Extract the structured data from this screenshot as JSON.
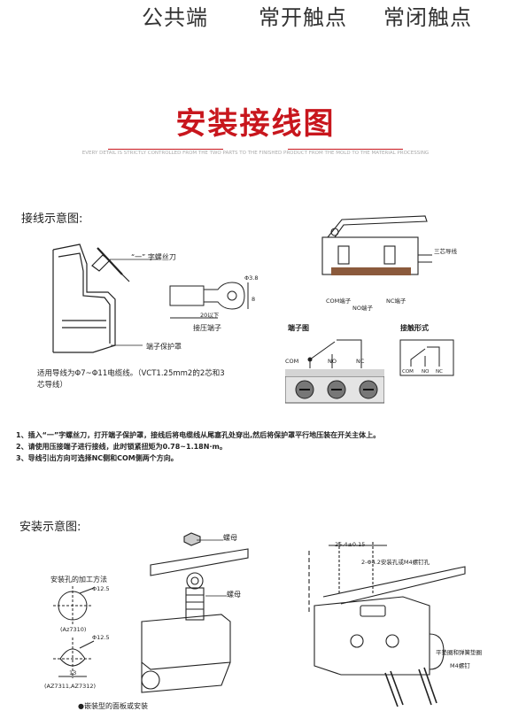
{
  "header": {
    "top_labels": [
      "公共端",
      "常开触点",
      "常闭触点"
    ],
    "title": "安装接线图",
    "subtitle": "EVERY DETAIL IS STRICTLY CONTROLLED FROM THE TWO PARTS TO THE FINISHED PRODUCT FROM THE MOLD TO THE MATERIAL PROCESSING"
  },
  "wiring": {
    "heading": "接线示意图:",
    "screwdriver_label": "“一” 字螺丝刀",
    "cover_label": "端子保护罩",
    "wire_note": "适用导线为Φ7~Φ11电缆线。（VCT1.25mm2的2芯和3芯导线）",
    "terminal": {
      "dim1": "Φ3.8",
      "dim2": "8",
      "dim3": "20以下",
      "label": "接压端子"
    },
    "switch_labels": {
      "three_core": "三芯导线",
      "com": "COM端子",
      "no": "NO端子",
      "nc": "NC端子"
    },
    "terminal_diagram": {
      "title": "端子图",
      "com": "COM",
      "no": "NO",
      "nc": "NC"
    },
    "contact_form": {
      "title": "接触形式",
      "com": "COM",
      "no": "NO",
      "nc": "NC"
    },
    "instructions": [
      "1、插入“一”字螺丝刀，打开端子保护罩，接线后将电缆线从尾塞孔处穿出,然后将保护罩平行地压装在开关主体上。",
      "2、请使用压接端子进行接线，此时锁紧扭矩为0.78~1.18N·m。",
      "3、导线引出方向可选择NC侧和COM侧两个方向。"
    ]
  },
  "install": {
    "heading": "安装示意图:",
    "hole_title": "安装孔的加工方法",
    "dia1": "Φ12.5",
    "model1": "(Az7310)",
    "dia2": "Φ12.5",
    "dim13": "13",
    "model2": "(AZ7311,AZ7312)",
    "nut_top": "螺母",
    "nut_mid": "螺母",
    "dim_25": "25.4±0.15",
    "holes": "2-Φ4.2安装孔或M4螺钉孔",
    "washer": "平垫圈和弹簧垫圈",
    "screw": "M4螺钉",
    "bottom_cut": "●嵌装型的面板或安装"
  }
}
